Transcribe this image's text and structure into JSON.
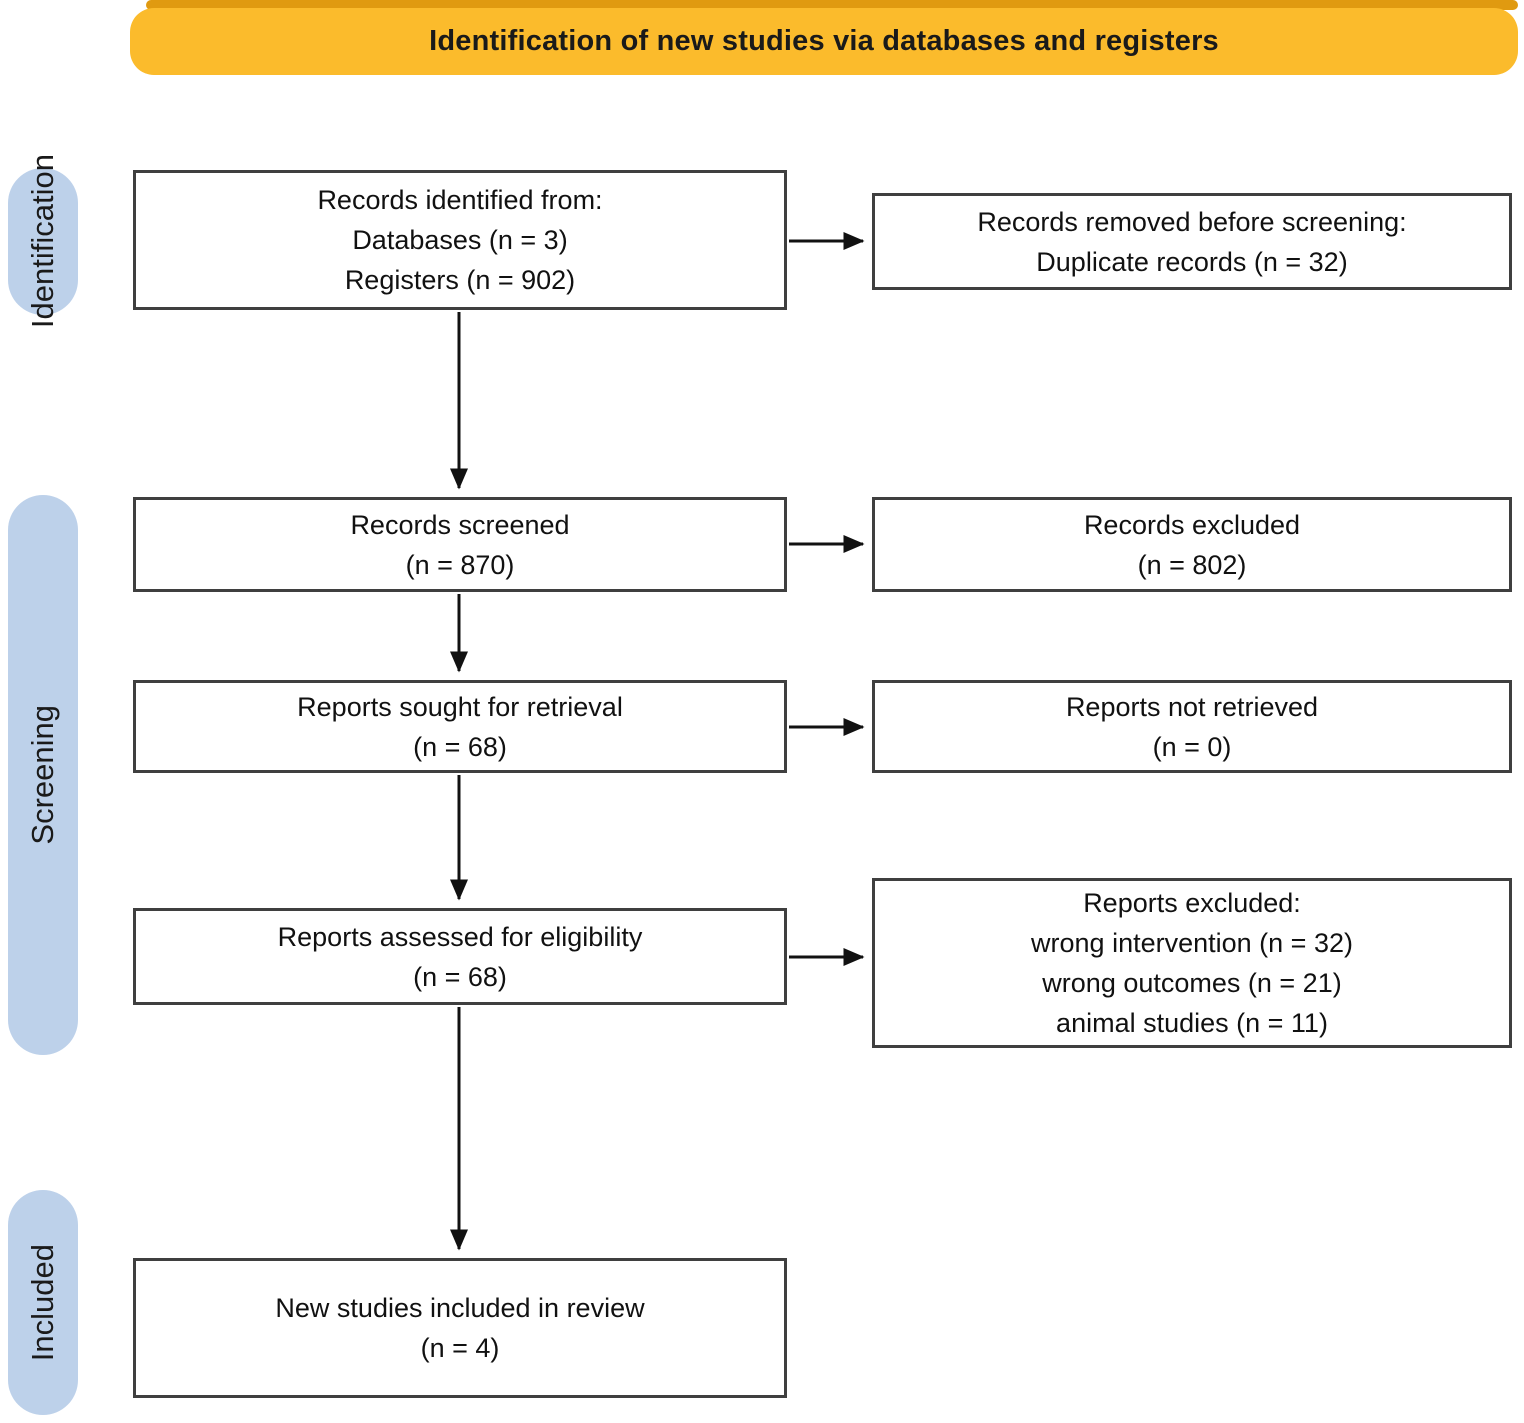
{
  "banner": {
    "label": "Identification of new studies via databases and registers"
  },
  "stages": [
    {
      "label": "Identification"
    },
    {
      "label": "Screening"
    },
    {
      "label": "Included"
    }
  ],
  "boxes": {
    "records_identified": {
      "lines": [
        "Records identified from:",
        "Databases (n = 3)",
        "Registers (n = 902)"
      ]
    },
    "records_removed": {
      "lines": [
        "Records removed before screening:",
        "Duplicate records (n = 32)"
      ]
    },
    "records_screened": {
      "lines": [
        "Records screened",
        "(n = 870)"
      ]
    },
    "records_excluded": {
      "lines": [
        "Records excluded",
        "(n = 802)"
      ]
    },
    "reports_sought": {
      "lines": [
        "Reports sought for retrieval",
        "(n = 68)"
      ]
    },
    "reports_not_retrieved": {
      "lines": [
        "Reports not retrieved",
        "(n = 0)"
      ]
    },
    "reports_assessed": {
      "lines": [
        "Reports assessed for eligibility",
        "(n = 68)"
      ]
    },
    "reports_excluded": {
      "lines": [
        "Reports excluded:",
        "wrong intervention (n = 32)",
        "wrong outcomes (n = 21)",
        "animal studies (n = 11)"
      ]
    },
    "new_studies": {
      "lines": [
        "New studies included in review",
        "(n = 4)"
      ]
    }
  },
  "colors": {
    "banner_bg": "#fbbb2c",
    "banner_top_edge": "#e09a10",
    "stage_pill_bg": "#bdd1ea",
    "box_border": "#3f3f3f",
    "arrow": "#111111",
    "text": "#111111"
  }
}
